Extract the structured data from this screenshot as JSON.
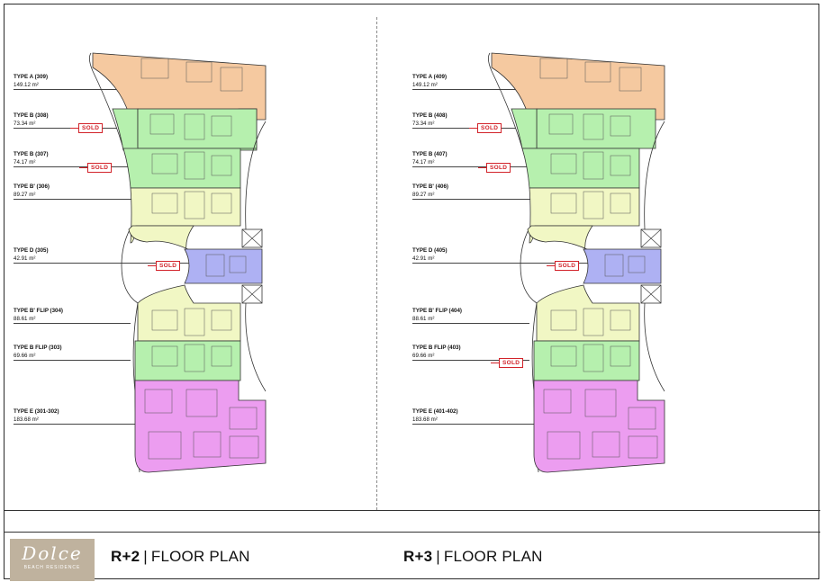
{
  "plans": [
    {
      "heading_bold": "R+2",
      "heading_rest": "FLOOR PLAN",
      "units": [
        {
          "type": "TYPE A (309)",
          "area": "149.12 m²"
        },
        {
          "type": "TYPE B (308)",
          "area": "73.34 m²",
          "sold": "SOLD"
        },
        {
          "type": "TYPE B (307)",
          "area": "74.17 m²",
          "sold": "SOLD"
        },
        {
          "type": "TYPE B' (306)",
          "area": "89.27 m²"
        },
        {
          "type": "TYPE D (305)",
          "area": "42.91 m²",
          "sold": "SOLD"
        },
        {
          "type": "TYPE B' FLIP (304)",
          "area": "88.61 m²"
        },
        {
          "type": "TYPE B FLIP (303)",
          "area": "69.66 m²"
        },
        {
          "type": "TYPE E (301-302)",
          "area": "183.68 m²"
        }
      ]
    },
    {
      "heading_bold": "R+3",
      "heading_rest": "FLOOR PLAN",
      "units": [
        {
          "type": "TYPE A (409)",
          "area": "149.12 m²"
        },
        {
          "type": "TYPE B (408)",
          "area": "73.34 m²",
          "sold": "SOLD"
        },
        {
          "type": "TYPE B (407)",
          "area": "74.17 m²",
          "sold": "SOLD"
        },
        {
          "type": "TYPE B' (406)",
          "area": "89.27 m²"
        },
        {
          "type": "TYPE D (405)",
          "area": "42.91 m²",
          "sold": "SOLD"
        },
        {
          "type": "TYPE B' FLIP (404)",
          "area": "88.61 m²"
        },
        {
          "type": "TYPE B FLIP (403)",
          "area": "69.66 m²",
          "sold": "SOLD"
        },
        {
          "type": "TYPE E (401-402)",
          "area": "183.68 m²"
        }
      ]
    }
  ],
  "separator": "|",
  "logo": {
    "word": "Dolce",
    "sub": "BEACH RESIDENCE"
  },
  "colors": {
    "type_a": "#f5c9a0",
    "type_b": "#b6f0ae",
    "type_b_prime": "#f1f7c4",
    "type_d": "#aeb1f3",
    "type_e": "#ec9df0",
    "sold": "#d2232a"
  }
}
